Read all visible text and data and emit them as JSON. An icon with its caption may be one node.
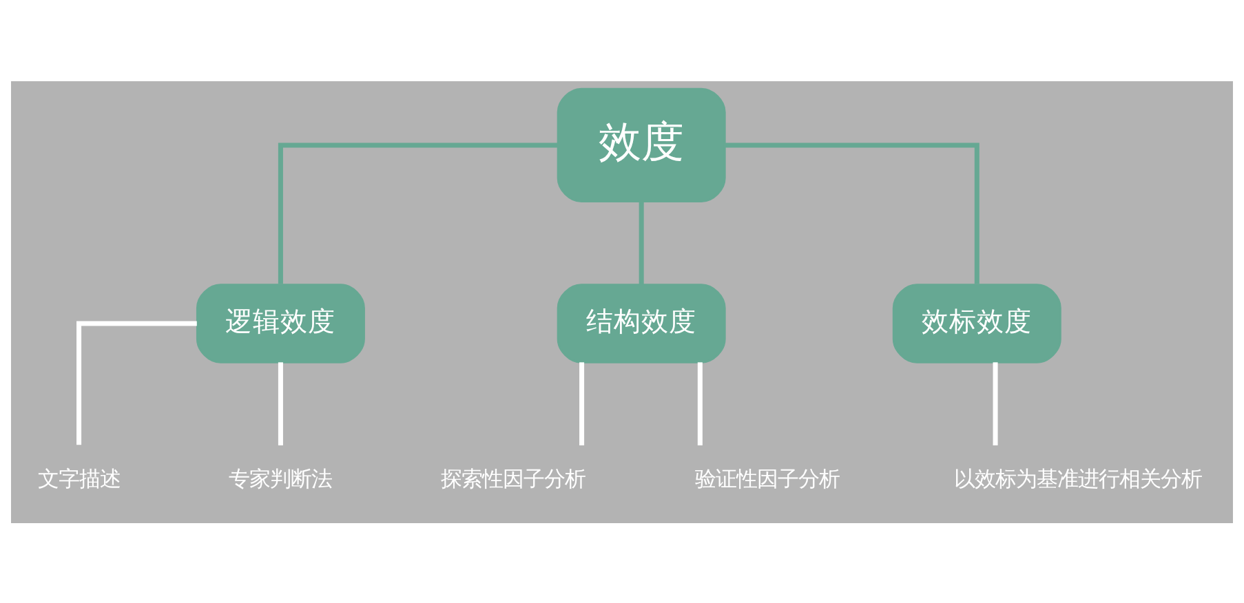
{
  "diagram": {
    "nodes": [
      {
        "text": [
          "效度"
        ]
      },
      {
        "text": [
          "逻辑效度"
        ]
      },
      {
        "text": [
          "结构效度"
        ]
      },
      {
        "text": [
          "效标效度"
        ]
      },
      {
        "text": [
          "文字描述"
        ]
      },
      {
        "text": [
          "专家判断法"
        ]
      },
      {
        "text": [
          "探索性因子分析"
        ]
      },
      {
        "text": [
          "验证性因子分析"
        ]
      },
      {
        "text": [
          "以效标为基准进行相关分析"
        ]
      }
    ],
    "edges": [
      {
        "from": 0,
        "to": 1,
        "arrow": "none",
        "color": "#66a893"
      },
      {
        "from": 0,
        "to": 2,
        "arrow": "none",
        "color": "#66a893"
      },
      {
        "from": 0,
        "to": 3,
        "arrow": "none",
        "color": "#66a893"
      },
      {
        "from": 1,
        "to": 4,
        "arrow": "none"
      },
      {
        "from": 1,
        "to": 5,
        "arrow": "none"
      },
      {
        "from": 2,
        "to": 6,
        "arrow": "none"
      },
      {
        "from": 2,
        "to": 7,
        "arrow": "none"
      },
      {
        "from": 3,
        "to": 8,
        "arrow": "none"
      }
    ]
  }
}
